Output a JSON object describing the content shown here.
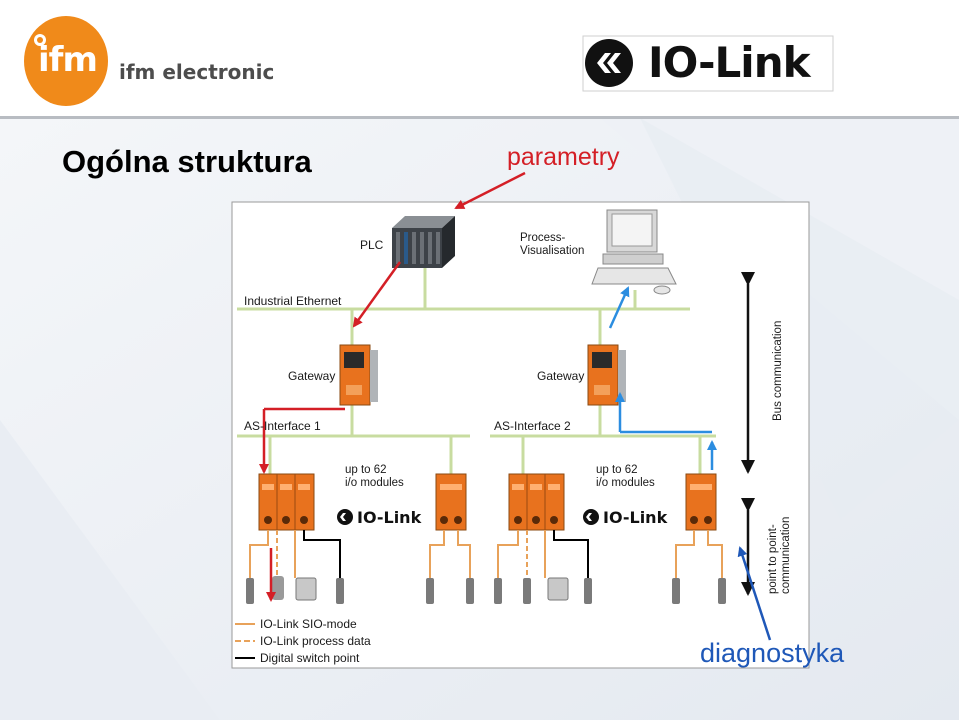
{
  "header": {
    "company_name": "ifm electronic",
    "logo_text": "ifm",
    "iolink_logo_text": "IO-Link"
  },
  "slide": {
    "title": "Ogólna struktura",
    "annotation_top": "parametry",
    "annotation_bottom": "diagnostyka"
  },
  "diagram": {
    "plc": "PLC",
    "process_vis": "Process-\nVisualisation",
    "industrial_ethernet": "Industrial Ethernet",
    "gateway_1": "Gateway",
    "gateway_2": "Gateway",
    "as_interface_1": "AS-Interface 1",
    "as_interface_2": "AS-Interface 2",
    "modules_1": "up to 62\ni/o modules",
    "modules_2": "up to 62\ni/o modules",
    "iolink_badge_1": "IO-Link",
    "iolink_badge_2": "IO-Link",
    "bus_communication": "Bus communication",
    "p2p_communication": "point to point-\ncommunication",
    "legend": [
      {
        "label": "IO-Link SIO-mode",
        "style": "solid",
        "color": "#e8a25a"
      },
      {
        "label": "IO-Link process data",
        "style": "dashed",
        "color": "#e8a25a"
      },
      {
        "label": "Digital switch point",
        "style": "solid",
        "color": "#000000"
      }
    ]
  },
  "colors": {
    "accent_red": "#d41f26",
    "accent_blue": "#2b8de0",
    "orange_module": "#e8721e",
    "bus_line": "#c8dca0",
    "wire": "#e8a25a"
  }
}
